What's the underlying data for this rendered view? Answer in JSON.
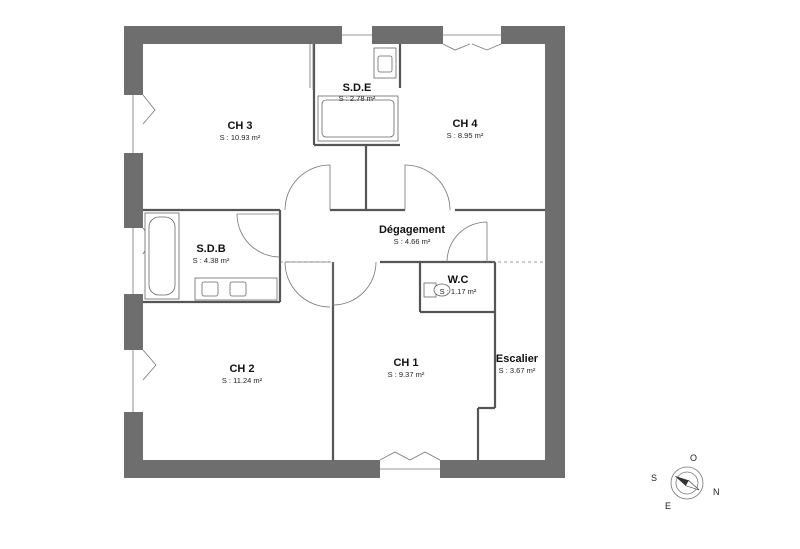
{
  "rooms": {
    "ch3": {
      "name": "CH 3",
      "area": "S : 10.93 m²"
    },
    "sde": {
      "name": "S.D.E",
      "area": "S : 2.78 m²"
    },
    "ch4": {
      "name": "CH 4",
      "area": "S : 8.95 m²"
    },
    "degagement": {
      "name": "Dégagement",
      "area": "S : 4.66 m²"
    },
    "sdb": {
      "name": "S.D.B",
      "area": "S : 4.38 m²"
    },
    "wc": {
      "name": "W.C",
      "area": "S : 1.17 m²"
    },
    "ch2": {
      "name": "CH 2",
      "area": "S : 11.24 m²"
    },
    "ch1": {
      "name": "CH 1",
      "area": "S : 9.37 m²"
    },
    "escalier": {
      "name": "Escalier",
      "area": "S : 3.67 m²"
    }
  },
  "compass": {
    "north": "N",
    "south": "S",
    "east": "E",
    "west": "O"
  },
  "colors": {
    "wall": "#6e6e6e",
    "background": "#ffffff"
  }
}
